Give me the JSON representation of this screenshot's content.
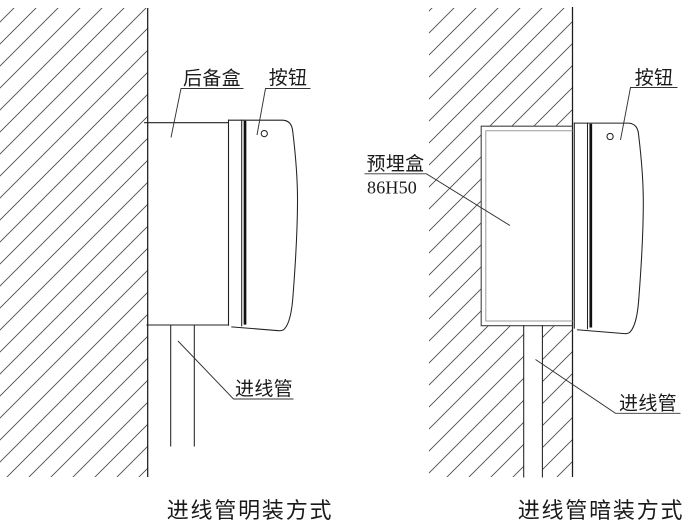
{
  "left_diagram": {
    "name": "conduit-surface-mounted-installation",
    "labels": {
      "backup_box": "后备盒",
      "button": "按钮",
      "conduit": "进线管"
    },
    "caption": "进线管明装方式"
  },
  "right_diagram": {
    "name": "conduit-concealed-installation",
    "labels": {
      "embedded_box": "预埋盒",
      "embedded_box_model": "86H50",
      "button": "按钮",
      "conduit": "进线管"
    },
    "caption": "进线管暗装方式"
  },
  "colors": {
    "outline": "#222222",
    "hatch_line": "#4a4a4a",
    "recess_box_outer": "#444444",
    "recess_box_inner": "#9a9a9a",
    "background": "#ffffff"
  }
}
